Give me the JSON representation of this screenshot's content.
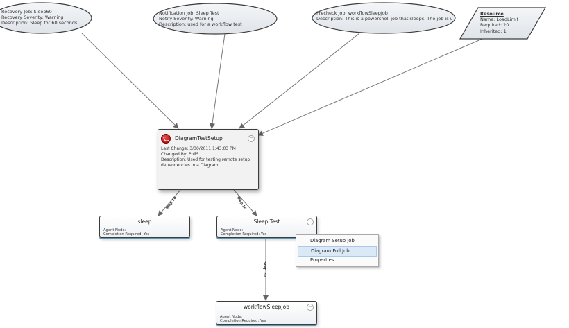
{
  "annotations": {
    "recovery": {
      "line1": "Recovery Job: Sleep60",
      "line2": "Recovery Severity: Warning",
      "line3": "Description: Sleep for 60 seconds"
    },
    "notification": {
      "line1": "Notification Job: Sleep Test",
      "line2": "Notify Severity: Warning",
      "line3": "Description: used for a workflow test"
    },
    "precheck": {
      "line1": "Precheck Job: workflowSleepJob",
      "line2": "Description: This is a powershell job that sleeps. The job is used by..."
    },
    "resource": {
      "title": "Resource",
      "name": "Name: LoadLimit",
      "required": "Required: 20",
      "inherited": "Inherited: 1"
    }
  },
  "main_node": {
    "title": "DiagramTestSetup",
    "last_change": "Last Change: 3/30/2011 1:43:03 PM",
    "changed_by": "Changed By: PhilS",
    "description_line1": "Description: Used for testing remote setup",
    "description_line2": "dependencies in a Diagram",
    "collapse_symbol": "−"
  },
  "nodes": {
    "sleep": {
      "title": "sleep",
      "agent": "Agent Node:",
      "completion": "Completion Required: Yes"
    },
    "sleep_test": {
      "title": "Sleep Test",
      "agent": "Agent Node:",
      "completion": "Completion Required: Yes",
      "collapse_symbol": "−"
    },
    "workflow": {
      "title": "workflowSleepJob",
      "agent": "Agent Node:",
      "completion": "Completion Required: Yes",
      "collapse_symbol": "−"
    }
  },
  "edges": {
    "step1a": "Step 10",
    "step1b": "Step 10",
    "step2": "Step 20"
  },
  "context_menu": {
    "items": [
      "Diagram Setup Job",
      "Diagram Full Job",
      "Properties"
    ],
    "highlighted_index": 1
  },
  "colors": {
    "node_border": "#3c3c3c",
    "node_accent": "#5e95b5",
    "ellipse_fill": "#e8ecf0",
    "menu_highlight": "#dbe9f7"
  }
}
